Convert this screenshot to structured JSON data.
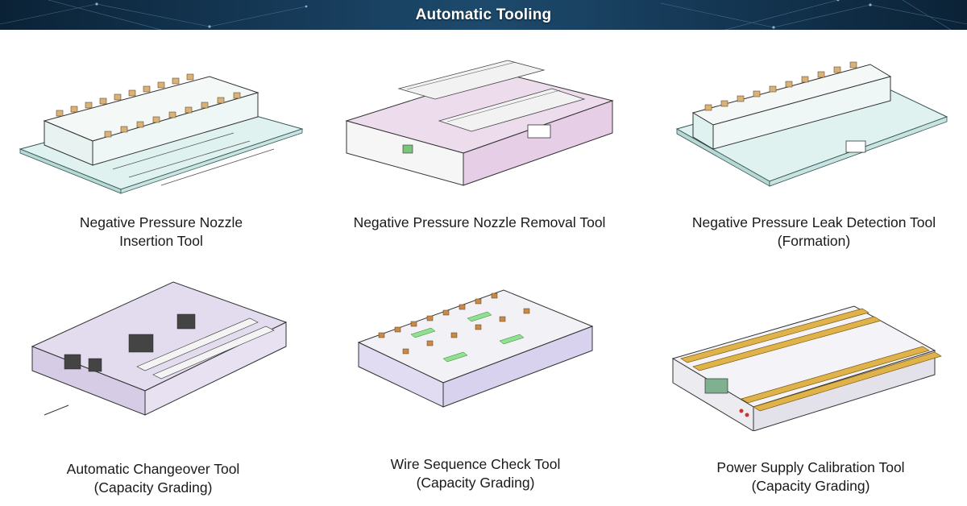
{
  "header": {
    "title": "Automatic Tooling"
  },
  "tools": [
    {
      "line1": "Negative Pressure Nozzle",
      "line2": "Insertion Tool",
      "body_color": "#dff2f0",
      "accent": "#d9b27a"
    },
    {
      "line1": "Negative Pressure Nozzle Removal Tool",
      "line2": "",
      "body_color": "#ecdcec",
      "accent": "#c9c9c9"
    },
    {
      "line1": "Negative Pressure Leak Detection Tool",
      "line2": "(Formation)",
      "body_color": "#dff2f0",
      "accent": "#d9b27a"
    },
    {
      "line1": "Automatic Changeover Tool",
      "line2": "(Capacity Grading)",
      "body_color": "#e3dcef",
      "accent": "#c9a98a"
    },
    {
      "line1": "Wire Sequence Check Tool",
      "line2": "(Capacity Grading)",
      "body_color": "#e1dcf2",
      "accent": "#c58a4c"
    },
    {
      "line1": "Power Supply Calibration Tool",
      "line2": "(Capacity Grading)",
      "body_color": "#ecebf0",
      "accent": "#e0b34a"
    }
  ]
}
